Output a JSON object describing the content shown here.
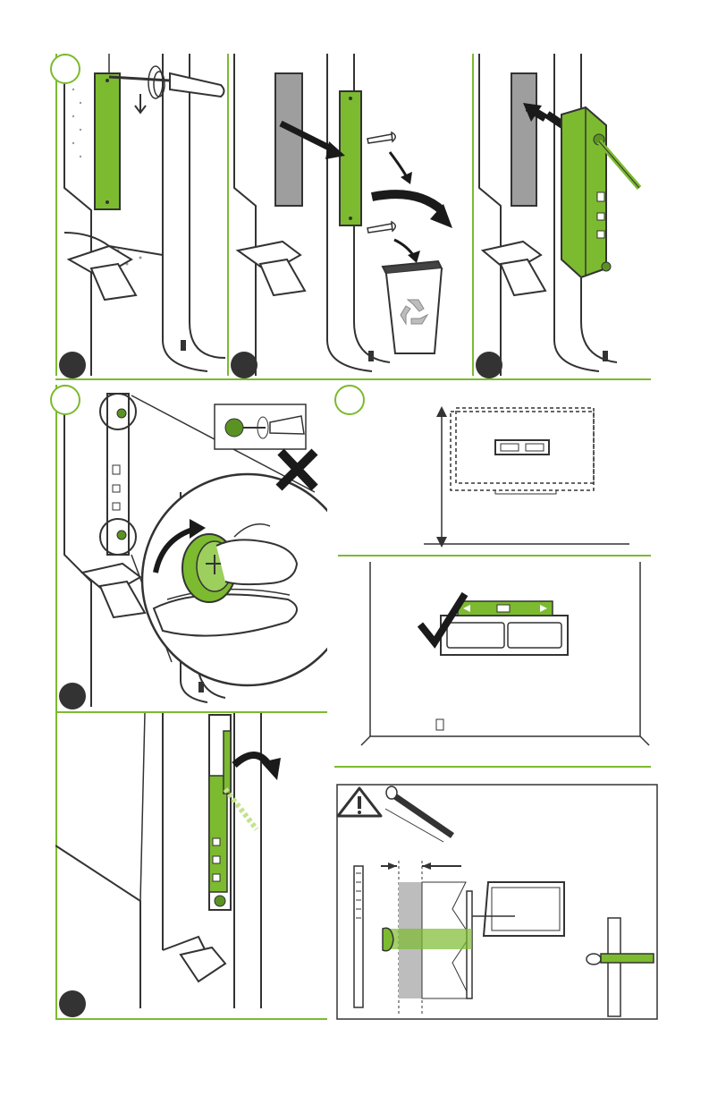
{
  "colors": {
    "accent": "#7cba2f",
    "accent_light": "#c4e28f",
    "line": "#333333",
    "gray_fill": "#bdbdbd",
    "dark_fill": "#1a1a1a"
  },
  "icons": {
    "warning": "warning-triangle-icon",
    "recycle": "recycle-icon",
    "check": "checkmark-icon",
    "cross": "cross-icon"
  },
  "steps": [
    {
      "name": "remove-cover-screws"
    },
    {
      "name": "remove-cover-plate"
    },
    {
      "name": "insert-module"
    },
    {
      "name": "tighten-thumbscrews"
    },
    {
      "name": "attach-antenna"
    },
    {
      "name": "measure-height"
    },
    {
      "name": "level-bracket"
    },
    {
      "name": "wall-screw-warning"
    }
  ]
}
